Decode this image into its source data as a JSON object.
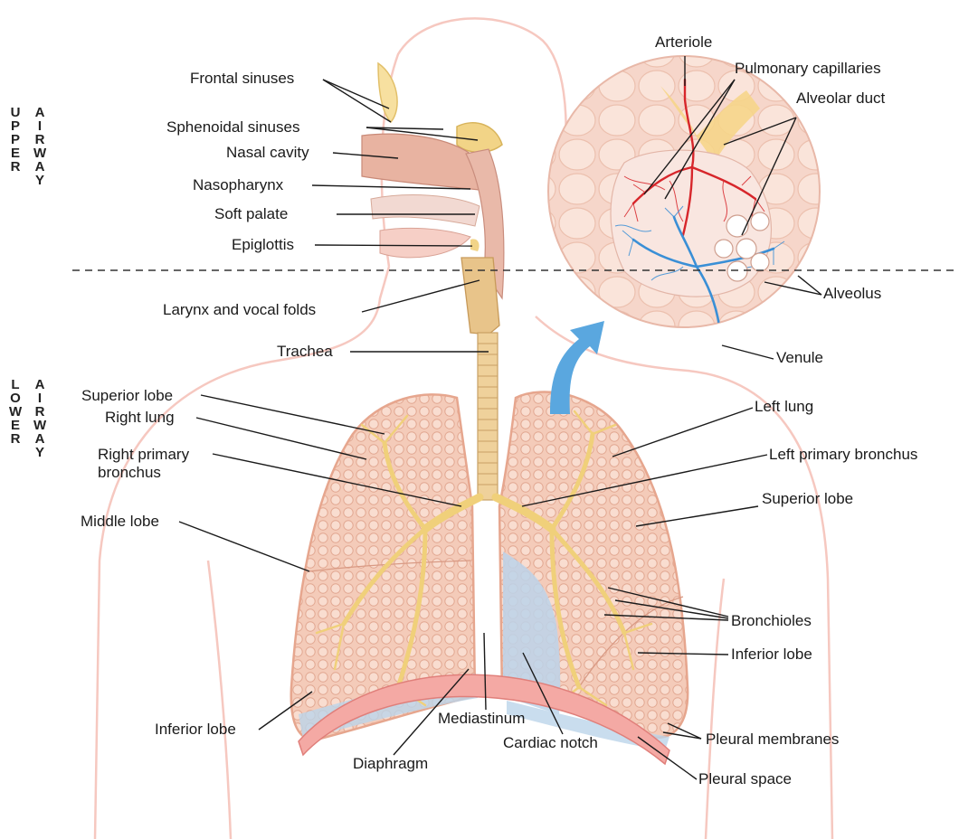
{
  "side_labels": {
    "upper": {
      "col1": "U\nP\nP\nE\nR",
      "col2": "A\nI\nR\nW\nA\nY"
    },
    "lower": {
      "col1": "L\nO\nW\nE\nR",
      "col2": "A\nI\nR\nW\nA\nY"
    }
  },
  "labels": {
    "frontal_sinuses": "Frontal sinuses",
    "sphenoidal_sinuses": "Sphenoidal sinuses",
    "nasal_cavity": "Nasal cavity",
    "nasopharynx": "Nasopharynx",
    "soft_palate": "Soft palate",
    "epiglottis": "Epiglottis",
    "larynx": "Larynx and vocal folds",
    "trachea": "Trachea",
    "superior_lobe_right": "Superior lobe",
    "right_lung": "Right lung",
    "right_primary_bronchus": "Right primary\nbronchus",
    "middle_lobe": "Middle lobe",
    "inferior_lobe_right": "Inferior lobe",
    "diaphragm": "Diaphragm",
    "mediastinum": "Mediastinum",
    "cardiac_notch": "Cardiac notch",
    "arteriole": "Arteriole",
    "pulmonary_capillaries": "Pulmonary capillaries",
    "alveolar_duct": "Alveolar duct",
    "alveolus": "Alveolus",
    "venule": "Venule",
    "left_lung": "Left lung",
    "left_primary_bronchus": "Left primary bronchus",
    "superior_lobe_left": "Superior lobe",
    "bronchioles": "Bronchioles",
    "inferior_lobe_left": "Inferior lobe",
    "pleural_membranes": "Pleural membranes",
    "pleural_space": "Pleural space"
  },
  "colors": {
    "body_outline": "#f6c8c0",
    "lung_fill": "#f3c7b5",
    "lung_edge": "#e6a68e",
    "bronchi": "#f0d07a",
    "trachea": "#e9c98f",
    "artery": "#d7262b",
    "vein": "#3a8fd6",
    "arrow": "#5aa7df",
    "diaphragm": "#f09a9a",
    "pleura": "#bcd4ea"
  }
}
